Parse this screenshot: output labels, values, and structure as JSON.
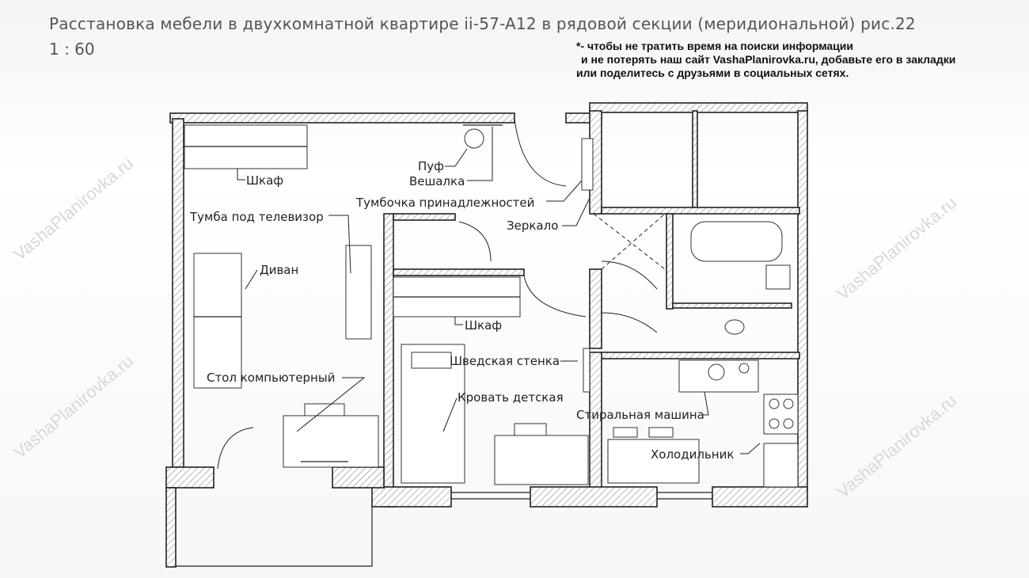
{
  "header": {
    "title": "Расстановка мебели в двухкомнатной квартире ii-57-A12 в рядовой секции (меридиональной) рис.22",
    "scale": "1 : 60"
  },
  "note": {
    "line1": "*- чтобы не тратить время на поиски информации",
    "line2": "и не потерять наш сайт VashaPlanirovka.ru, добавьте его в закладки",
    "line3": "или поделитесь с друзьями в социальных сетях."
  },
  "watermark": "VashaPlanirovka.ru",
  "labels": {
    "wardrobe_living": "Шкаф",
    "pouf": "Пуф",
    "hanger": "Вешалка",
    "accessories_cabinet": "Тумбочка принадлежностей",
    "tv_stand": "Тумба под телевизор",
    "mirror": "Зеркало",
    "sofa": "Диван",
    "wardrobe_kids": "Шкаф",
    "wall_bars": "Шведская стенка",
    "computer_desk": "Стол компьютерный",
    "kids_bed": "Кровать детская",
    "washing_machine": "Стиральная машина",
    "fridge": "Холодильник"
  }
}
